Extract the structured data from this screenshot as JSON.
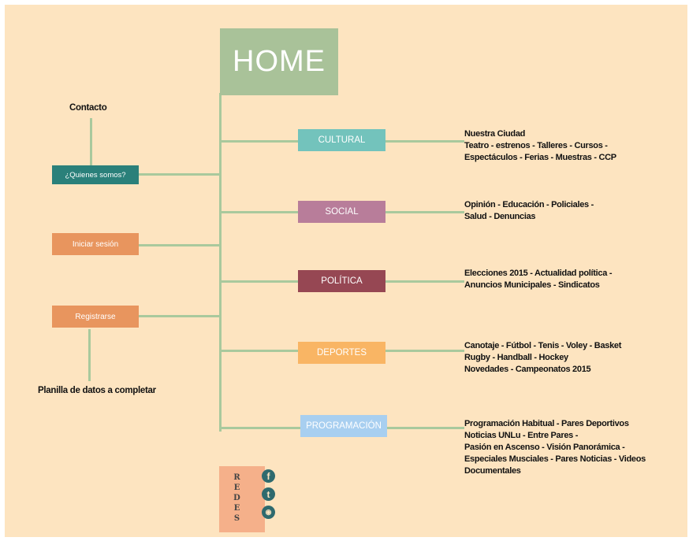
{
  "home": {
    "label": "HOME",
    "color": "#a9c299"
  },
  "left": {
    "contacto": "Contacto",
    "quienes": {
      "label": "¿Quienes somos?",
      "color": "#2a807a"
    },
    "iniciar": {
      "label": "Iniciar sesión",
      "color": "#e8955e"
    },
    "registrarse": {
      "label": "Registrarse",
      "color": "#e8955e"
    },
    "planilla": "Planilla de datos a completar"
  },
  "categories": [
    {
      "label": "CULTURAL",
      "color": "#73c3bc",
      "lines": [
        "Nuestra Ciudad",
        "Teatro - estrenos - Talleres - Cursos -",
        "Espectáculos - Ferias - Muestras - CCP"
      ]
    },
    {
      "label": "SOCIAL",
      "color": "#b87d9a",
      "lines": [
        "Opinión - Educación - Policiales -",
        "Salud - Denuncias"
      ]
    },
    {
      "label": "POLÍTICA",
      "color": "#964753",
      "lines": [
        "Elecciones 2015 - Actualidad política -",
        "Anuncios Municipales - Sindicatos"
      ]
    },
    {
      "label": "DEPORTES",
      "color": "#f9b564",
      "lines": [
        "Canotaje - Fútbol - Tenis - Voley - Basket",
        "Rugby - Handball - Hockey",
        "Novedades - Campeonatos 2015"
      ]
    },
    {
      "label": "PROGRAMACIÓN",
      "color": "#a8cff0",
      "lines": [
        "Programación Habitual - Pares Deportivos",
        "Noticias UNLu - Entre Pares -",
        "Pasión en Ascenso - Visión Panorámica -",
        "Especiales Musciales - Pares Noticias - Videos",
        "Documentales"
      ]
    }
  ],
  "redes": {
    "letters": [
      "R",
      "E",
      "D",
      "E",
      "S"
    ],
    "icons": [
      {
        "name": "facebook-icon",
        "glyph": "f"
      },
      {
        "name": "twitter-icon",
        "glyph": "t"
      },
      {
        "name": "rss-icon",
        "glyph": "◉"
      }
    ],
    "color": "#f5b08a"
  }
}
